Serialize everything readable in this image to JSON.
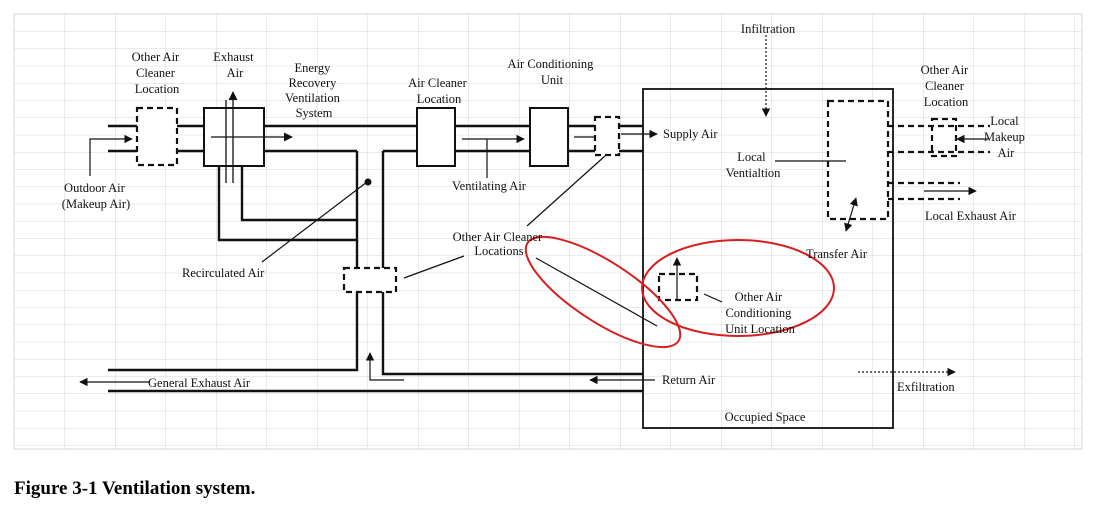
{
  "caption": "Figure 3-1 Ventilation system.",
  "labels": {
    "other_air_cleaner_left": [
      "Other Air",
      "Cleaner",
      "Location"
    ],
    "exhaust_air": [
      "Exhaust",
      "Air"
    ],
    "energy_recovery": [
      "Energy",
      "Recovery",
      "Ventilation",
      "System"
    ],
    "air_cleaner_location": [
      "Air Cleaner",
      "Location"
    ],
    "air_conditioning_unit": [
      "Air Conditioning",
      "Unit"
    ],
    "infiltration": "Infiltration",
    "other_air_cleaner_right": [
      "Other Air",
      "Cleaner",
      "Location"
    ],
    "local_makeup_air": [
      "Local",
      "Makeup",
      "Air"
    ],
    "supply_air": "Supply Air",
    "local_ventilation": [
      "Local",
      "Ventialtion"
    ],
    "outdoor_air": [
      "Outdoor Air",
      "(Makeup Air)"
    ],
    "ventilating_air": "Ventilating Air",
    "local_exhaust_air": "Local Exhaust Air",
    "other_air_cleaner_locations": [
      "Other Air Cleaner",
      "Locations"
    ],
    "transfer_air": "Transfer Air",
    "recirculated_air": "Recirculated Air",
    "other_air_conditioning_unit": [
      "Other Air",
      "Conditioning",
      "Unit Location"
    ],
    "general_exhaust_air": "General Exhaust Air",
    "return_air": "Return Air",
    "exfiltration": "Exfiltration",
    "occupied_space": "Occupied Space"
  },
  "colors": {
    "grid": "#d6d6d6",
    "ink": "#111111",
    "highlight": "#d42020"
  }
}
